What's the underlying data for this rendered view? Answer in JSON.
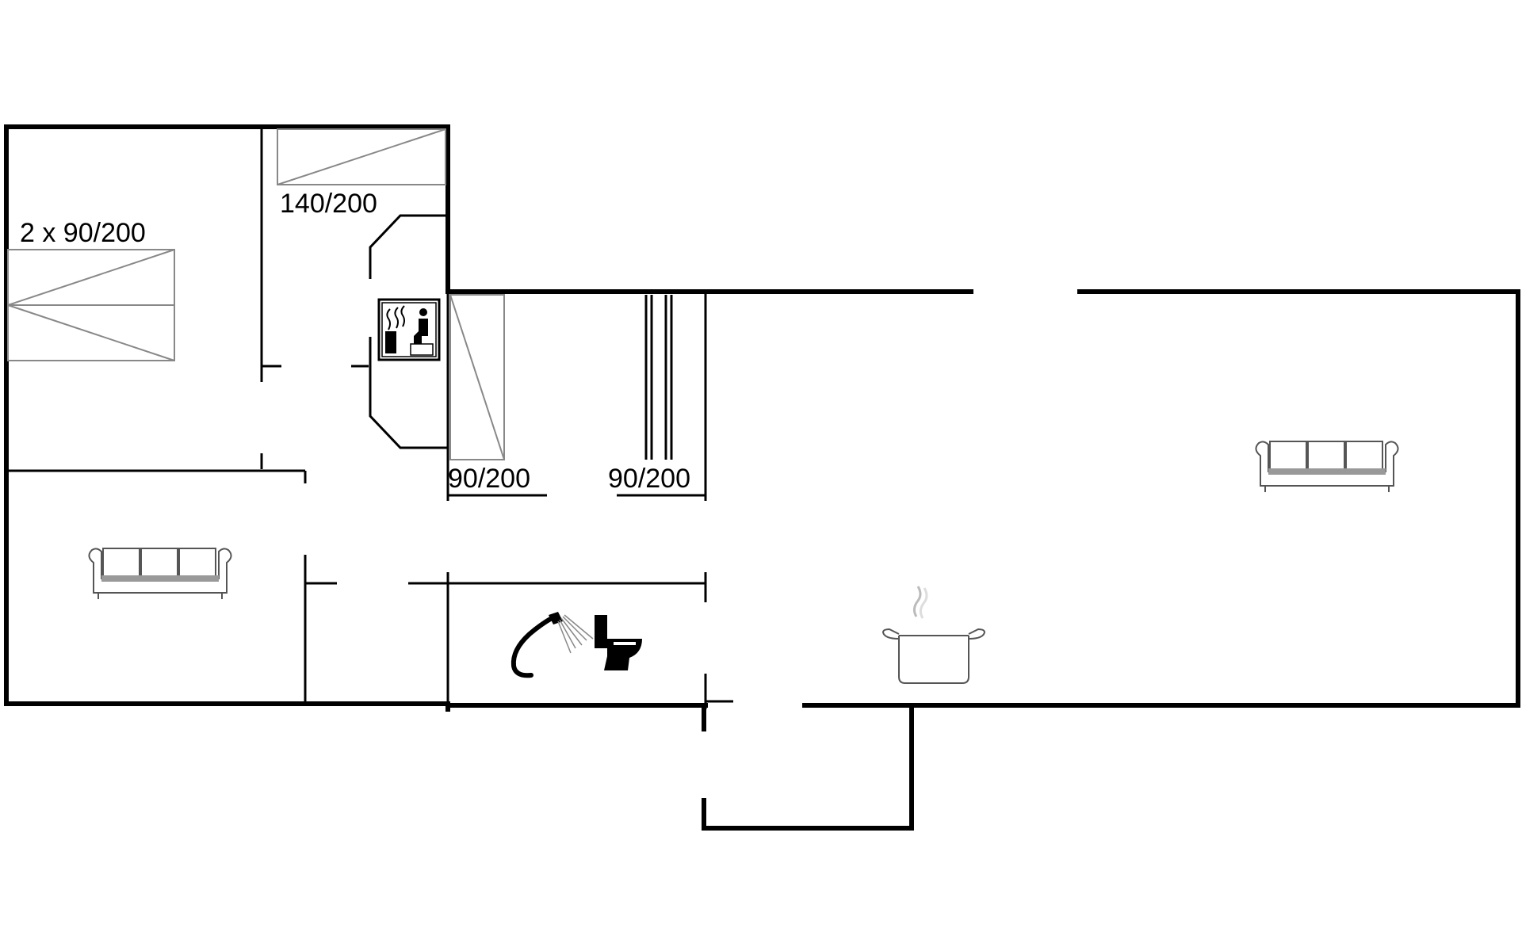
{
  "bed_labels": {
    "bedroom_1": "2 x 90/200",
    "bedroom_2": "140/200",
    "bedroom_3_bed_1": "90/200",
    "bedroom_3_bed_2": "90/200"
  },
  "icons": [
    "sofa-icon",
    "sauna-icon",
    "shower-icon",
    "toilet-icon",
    "cooking-pot-icon"
  ],
  "colors": {
    "walls": "#000000",
    "furniture": "#555555",
    "background": "#ffffff"
  }
}
